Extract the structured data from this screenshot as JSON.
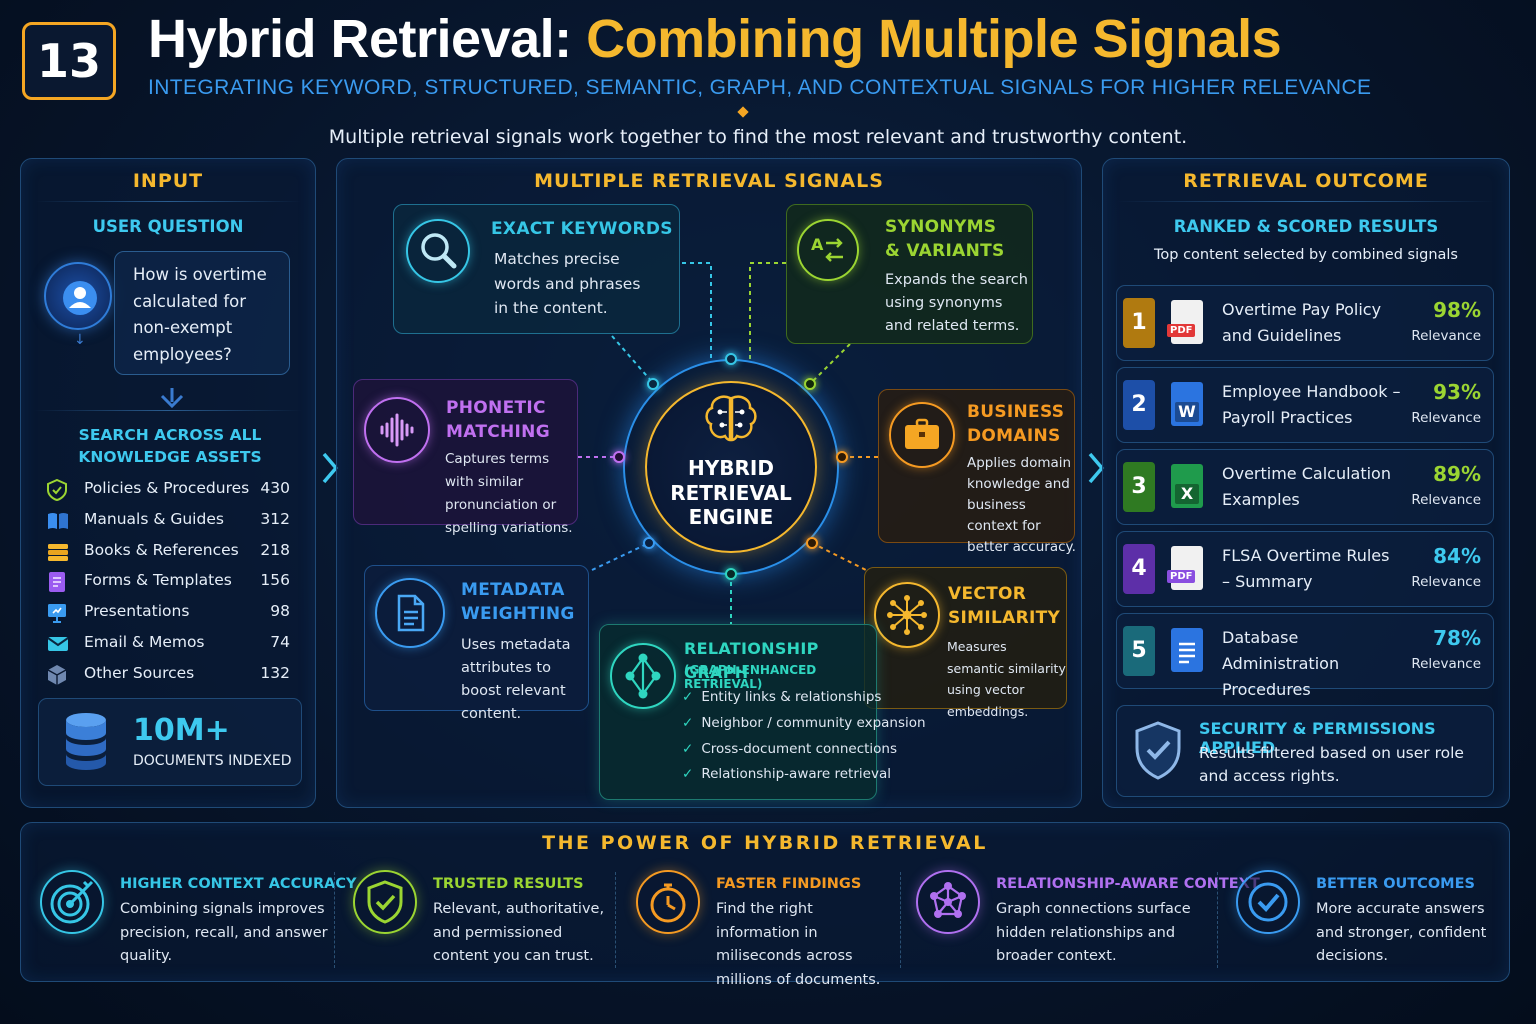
{
  "header": {
    "number": "13",
    "title_main": "Hybrid Retrieval:",
    "title_accent": "Combining Multiple Signals",
    "subtitle": "INTEGRATING KEYWORD, STRUCTURED, SEMANTIC, GRAPH, AND CONTEXTUAL SIGNALS FOR HIGHER RELEVANCE",
    "tagline": "Multiple retrieval signals work together to find the most relevant and trustworthy content."
  },
  "input": {
    "header": "INPUT",
    "question_label": "USER QUESTION",
    "question": "How is overtime calculated for non-exempt employees?",
    "search_label": "SEARCH ACROSS ALL KNOWLEDGE ASSETS",
    "sources": [
      {
        "label": "Policies & Procedures",
        "count": "430",
        "icon": "shield-check-icon"
      },
      {
        "label": "Manuals & Guides",
        "count": "312",
        "icon": "book-open-icon"
      },
      {
        "label": "Books & References",
        "count": "218",
        "icon": "books-stack-icon"
      },
      {
        "label": "Forms & Templates",
        "count": "156",
        "icon": "form-icon"
      },
      {
        "label": "Presentations",
        "count": "98",
        "icon": "presentation-icon"
      },
      {
        "label": "Email & Memos",
        "count": "74",
        "icon": "envelope-icon"
      },
      {
        "label": "Other Sources",
        "count": "132",
        "icon": "cube-icon"
      }
    ],
    "indexed_value": "10M+",
    "indexed_label": "DOCUMENTS INDEXED"
  },
  "signals": {
    "header": "MULTIPLE RETRIEVAL SIGNALS",
    "engine_label": "HYBRID RETRIEVAL ENGINE",
    "keywords": {
      "title": "EXACT KEYWORDS",
      "desc": "Matches precise words and phrases in the content.",
      "color": "#36c6e6"
    },
    "synonyms": {
      "title": "SYNONYMS & VARIANTS",
      "desc": "Expands the search using synonyms and related terms.",
      "color": "#9bd532"
    },
    "phonetic": {
      "title": "PHONETIC MATCHING",
      "desc": "Captures terms with similar pronunciation or spelling variations.",
      "color": "#c070f0"
    },
    "business": {
      "title": "BUSINESS DOMAINS",
      "desc": "Applies domain knowledge and business context for better accuracy.",
      "color": "#f59a22"
    },
    "metadata": {
      "title": "METADATA WEIGHTING",
      "desc": "Uses metadata attributes to boost relevant content.",
      "color": "#3a9bf0"
    },
    "vector": {
      "title": "VECTOR SIMILARITY",
      "desc": "Measures semantic similarity using vector embeddings.",
      "color": "#f5b82e"
    },
    "graph": {
      "title": "RELATIONSHIP GRAPH",
      "subtitle": "(GRAPH-ENHANCED RETRIEVAL)",
      "items": [
        "Entity links & relationships",
        "Neighbor / community expansion",
        "Cross-document connections",
        "Relationship-aware retrieval"
      ],
      "color": "#2fd6c0"
    }
  },
  "outcome": {
    "header": "RETRIEVAL OUTCOME",
    "ranked_label": "RANKED & SCORED RESULTS",
    "ranked_desc": "Top content selected by combined signals",
    "results": [
      {
        "rank": "1",
        "title": "Overtime Pay Policy and Guidelines",
        "pct": "98%",
        "label": "Relevance",
        "doc": "PDF",
        "rank_color": "#b07a10",
        "doc_color": "#e23838",
        "pct_color": "#9bd532"
      },
      {
        "rank": "2",
        "title": "Employee Handbook – Payroll Practices",
        "pct": "93%",
        "label": "Relevance",
        "doc": "W",
        "rank_color": "#1d4fa8",
        "doc_color": "#2b74e0",
        "pct_color": "#9bd532"
      },
      {
        "rank": "3",
        "title": "Overtime Calculation Examples",
        "pct": "89%",
        "label": "Relevance",
        "doc": "X",
        "rank_color": "#2f7a22",
        "doc_color": "#1f9b4c",
        "pct_color": "#9bd532"
      },
      {
        "rank": "4",
        "title": "FLSA Overtime Rules – Summary",
        "pct": "84%",
        "label": "Relevance",
        "doc": "PDF",
        "rank_color": "#5d2fa8",
        "doc_color": "#8a4ee0",
        "pct_color": "#3ec9ef"
      },
      {
        "rank": "5",
        "title": "Database Administration Procedures",
        "pct": "78%",
        "label": "Relevance",
        "doc": "",
        "rank_color": "#1a6a7a",
        "doc_color": "#2b74e0",
        "pct_color": "#3ec9ef"
      }
    ],
    "security_title": "SECURITY & PERMISSIONS APPLIED",
    "security_desc": "Results filtered based on user role and access rights."
  },
  "power": {
    "header": "THE POWER OF HYBRID RETRIEVAL",
    "benefits": [
      {
        "title": "HIGHER CONTEXT ACCURACY",
        "desc": "Combining signals improves precision, recall, and answer quality.",
        "color": "#36c6e6",
        "icon": "target-icon"
      },
      {
        "title": "TRUSTED RESULTS",
        "desc": "Relevant, authoritative, and permissioned content you can trust.",
        "color": "#9bd532",
        "icon": "shield-check-icon"
      },
      {
        "title": "FASTER FINDINGS",
        "desc": "Find the right information in miliseconds across millions of documents.",
        "color": "#f59a22",
        "icon": "stopwatch-icon"
      },
      {
        "title": "RELATIONSHIP-AWARE CONTEXT",
        "desc": "Graph connections surface hidden relationships and broader context.",
        "color": "#b070f0",
        "icon": "graph-network-icon"
      },
      {
        "title": "BETTER OUTCOMES",
        "desc": "More accurate answers and stronger, confident decisions.",
        "color": "#3a9bf0",
        "icon": "check-circle-icon"
      }
    ]
  }
}
